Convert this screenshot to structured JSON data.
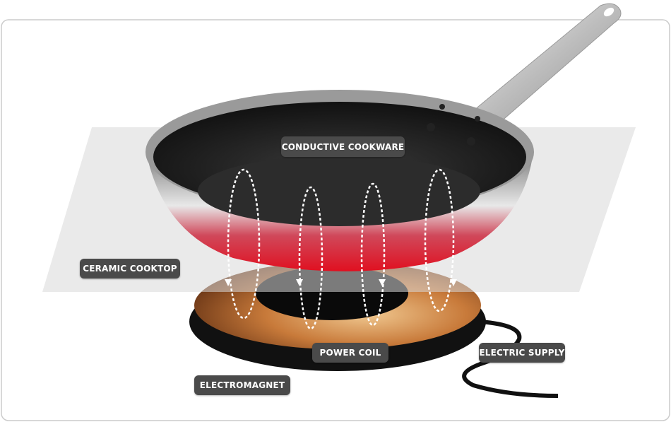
{
  "labels": {
    "cookware": "CONDUCTIVE COOKWARE",
    "cooktop": "CERAMIC COOKTOP",
    "coil": "POWER COIL",
    "supply": "ELECTRIC SUPPLY",
    "electromagnet": "ELECTROMAGNET"
  },
  "colors": {
    "label_bg": "#4a4a4a",
    "heat": "#e0202a",
    "coil": "#b8642a",
    "cooktop": "#e6e6e6"
  }
}
